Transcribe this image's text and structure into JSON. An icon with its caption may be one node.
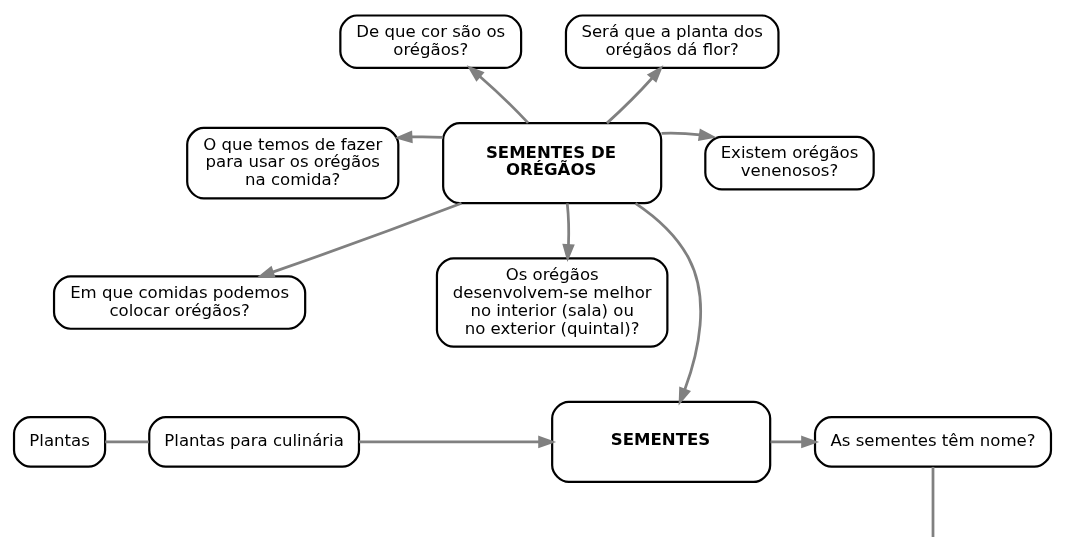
{
  "diagram": {
    "nodes": [
      {
        "text": [
          "De que cor são os orégãos?"
        ]
      },
      {
        "text": [
          "Será que a planta dos orégãos dá flor?"
        ]
      },
      {
        "text": [
          "O que temos de fazer para usar os orégãos na comida?"
        ]
      },
      {
        "text": [
          "SEMENTES DE ORÉGÃOS"
        ]
      },
      {
        "text": [
          "Existem orégãos venenosos?"
        ]
      },
      {
        "text": [
          "Os orégãos desenvolvem-se melhor no interior (sala) ou no exterior (quintal)?"
        ]
      },
      {
        "text": [
          "Em que comidas podemos colocar orégãos?"
        ]
      },
      {
        "text": [
          "Plantas"
        ]
      },
      {
        "text": [
          "Plantas para culinária"
        ]
      },
      {
        "text": [
          "SEMENTES"
        ]
      },
      {
        "text": [
          "As sementes têm nome?"
        ]
      }
    ],
    "edges": [
      {
        "from": 3,
        "to": 0,
        "arrow": "to"
      },
      {
        "from": 3,
        "to": 1,
        "arrow": "to"
      },
      {
        "from": 3,
        "to": 4,
        "arrow": "to"
      },
      {
        "from": 3,
        "to": 5,
        "arrow": "to"
      },
      {
        "from": 3,
        "to": 2,
        "arrow": "to"
      },
      {
        "from": 3,
        "to": 6,
        "arrow": "to"
      },
      {
        "from": 3,
        "to": 9,
        "arrow": "to"
      },
      {
        "from": 7,
        "to": 8,
        "arrow": "none"
      },
      {
        "from": 8,
        "to": 9,
        "arrow": "to"
      },
      {
        "from": 9,
        "to": 10,
        "arrow": "to"
      },
      {
        "from": 10,
        "to": null,
        "arrow": "none"
      }
    ]
  }
}
